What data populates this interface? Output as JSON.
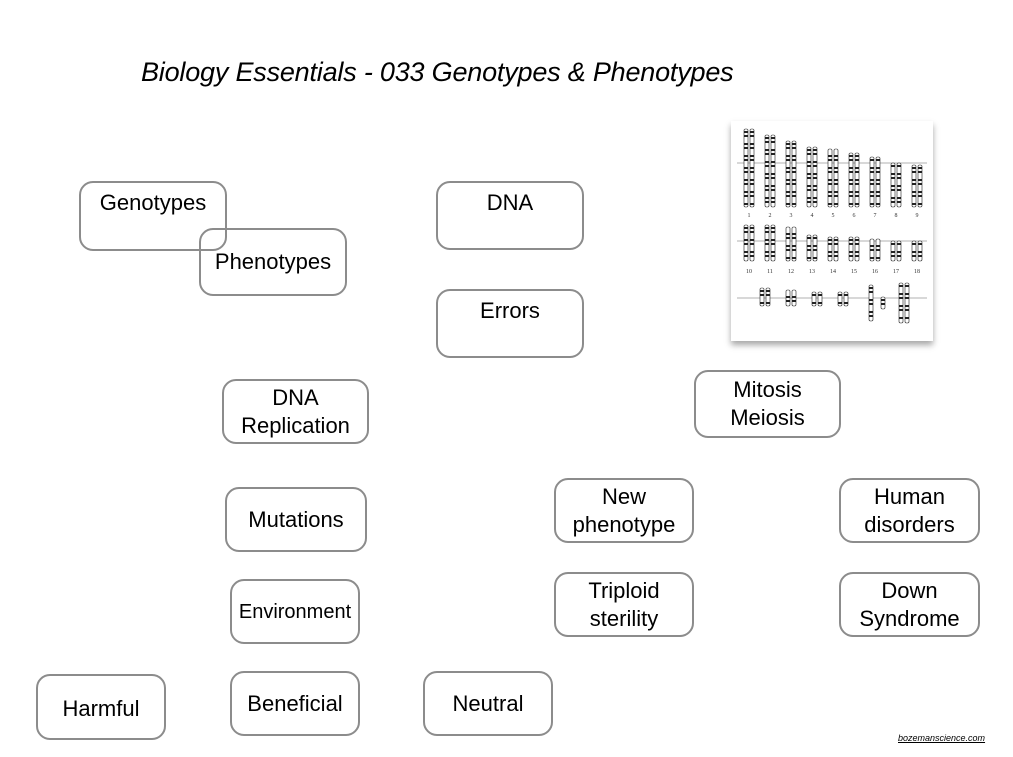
{
  "title": "Biology Essentials - 033 Genotypes & Phenotypes",
  "nodes": {
    "genotypes": "Genotypes",
    "phenotypes": "Phenotypes",
    "dna": "DNA",
    "errors": "Errors",
    "dna_replication": [
      "DNA",
      "Replication"
    ],
    "mitosis_meiosis": [
      "Mitosis",
      "Meiosis"
    ],
    "mutations": "Mutations",
    "new_phenotype": [
      "New",
      "phenotype"
    ],
    "human_disorders": [
      "Human",
      "disorders"
    ],
    "environment": "Environment",
    "triploid_sterility": [
      "Triploid",
      "sterility"
    ],
    "down_syndrome": [
      "Down",
      "Syndrome"
    ],
    "harmful": "Harmful",
    "beneficial": "Beneficial",
    "neutral": "Neutral"
  },
  "karyotype_labels": {
    "row1": [
      "1",
      "2",
      "3",
      "4",
      "5",
      "6",
      "7",
      "8",
      "9"
    ],
    "row2": [
      "10",
      "11",
      "12",
      "13",
      "14",
      "15",
      "16",
      "17",
      "18"
    ]
  },
  "credit": "bozemanscience.com"
}
